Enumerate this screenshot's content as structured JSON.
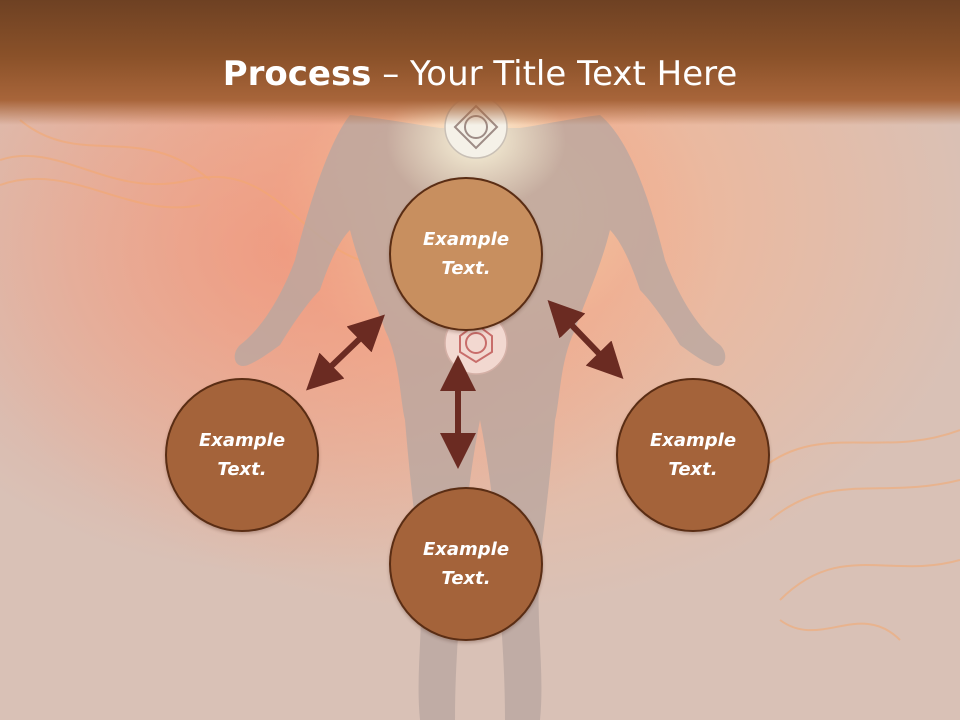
{
  "slide": {
    "title_bold": "Process",
    "title_rest": " – Your Title Text Here",
    "nodes": [
      {
        "line1": "Example",
        "line2": "Text."
      },
      {
        "line1": "Example",
        "line2": "Text."
      },
      {
        "line1": "Example",
        "line2": "Text."
      },
      {
        "line1": "Example",
        "line2": "Text."
      }
    ],
    "colors": {
      "title_bar": "#8a5129",
      "node_top": "#c88f5f",
      "node": "#a4633a",
      "node_border": "#5a2d14",
      "arrow": "#6b2b22"
    }
  }
}
